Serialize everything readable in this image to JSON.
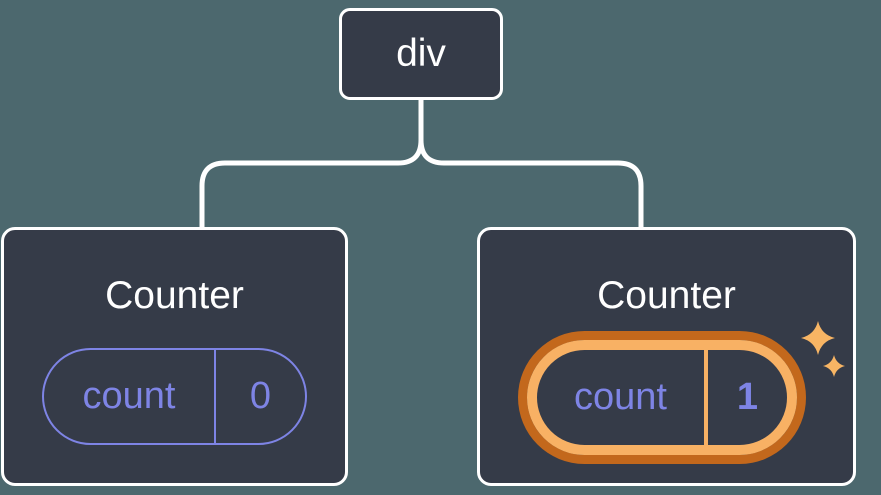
{
  "diagram": {
    "description": "Component tree: a div root with two Counter children; right Counter state was just updated",
    "root": {
      "label": "div"
    },
    "children": [
      {
        "title": "Counter",
        "state_key": "count",
        "state_value": "0",
        "highlighted": false
      },
      {
        "title": "Counter",
        "state_key": "count",
        "state_value": "1",
        "highlighted": true
      }
    ]
  },
  "icons": {
    "sparkle_large": "four-point-sparkle",
    "sparkle_small": "four-point-sparkle"
  },
  "colors": {
    "background": "#4C686E",
    "node-fill": "#353B48",
    "node-border": "#FFFFFF",
    "connector": "#FFFFFF",
    "state-purple": "#7E84E5",
    "highlight-ring-outer": "#C3681C",
    "highlight-ring-inner": "#F8B164",
    "sparkle": "#F8B564",
    "title-text": "#FFFFFF"
  }
}
